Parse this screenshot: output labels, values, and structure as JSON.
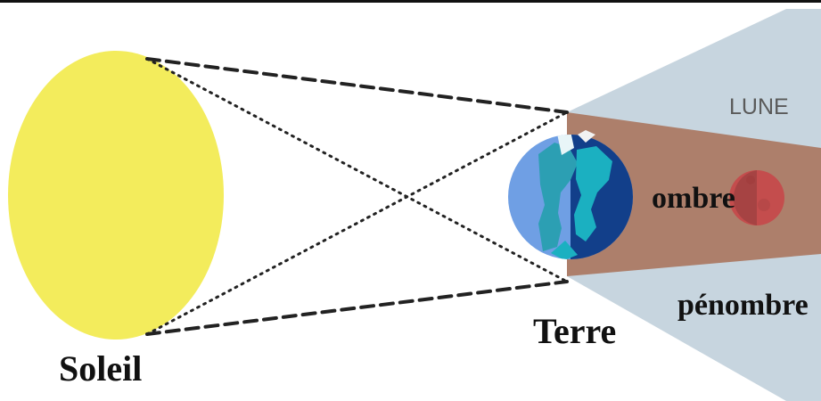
{
  "labels": {
    "sun": "Soleil",
    "earth": "Terre",
    "moon": "LUNE",
    "umbra": "ombre",
    "penumbra": "pénombre"
  },
  "colors": {
    "sun": "#f3ec5c",
    "penumbra": "#c7d5df",
    "umbra": "#ad7f6b",
    "earth_day": "#6f9fe4",
    "earth_ocean": "#2c9fb3",
    "earth_night": "#123f8a",
    "moon": "#c44d4d",
    "line": "#222222"
  }
}
